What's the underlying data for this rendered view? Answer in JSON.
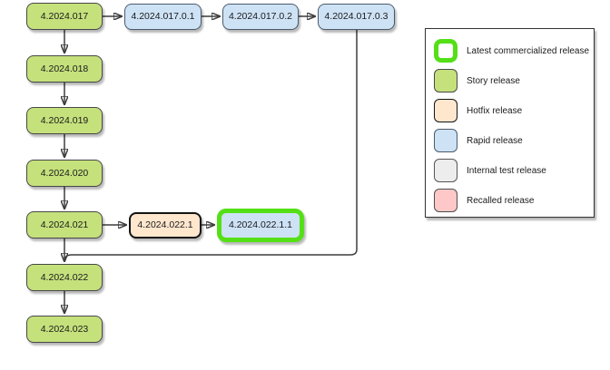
{
  "colors": {
    "story_fill": "#c5e17c",
    "story_border": "#474747",
    "hotfix_fill": "#ffe7ce",
    "hotfix_border": "#141414",
    "rapid_fill": "#cee2f6",
    "rapid_border": "#4a5b6b",
    "internal_fill": "#ededed",
    "internal_border": "#555555",
    "recalled_fill": "#ffc8c8",
    "recalled_border": "#4d4d4d",
    "latest_border": "#54df17",
    "edge": "#3d3d3d",
    "text": "#1a1a1a"
  },
  "nodes": {
    "n017": {
      "label": "4.2024.017",
      "type": "story"
    },
    "n018": {
      "label": "4.2024.018",
      "type": "story"
    },
    "n019": {
      "label": "4.2024.019",
      "type": "story"
    },
    "n020": {
      "label": "4.2024.020",
      "type": "story"
    },
    "n021": {
      "label": "4.2024.021",
      "type": "story"
    },
    "n022": {
      "label": "4.2024.022",
      "type": "story"
    },
    "n023": {
      "label": "4.2024.023",
      "type": "story"
    },
    "n017_0_1": {
      "label": "4.2024.017.0.1",
      "type": "rapid"
    },
    "n017_0_2": {
      "label": "4.2024.017.0.2",
      "type": "rapid"
    },
    "n017_0_3": {
      "label": "4.2024.017.0.3",
      "type": "rapid"
    },
    "n022_1": {
      "label": "4.2024.022.1",
      "type": "hotfix"
    },
    "n022_1_1": {
      "label": "4.2024.022.1.1",
      "type": "rapid",
      "highlight": "latest-commercialized-release"
    }
  },
  "legend": {
    "items": [
      {
        "swatch": "latest",
        "label": "Latest commercialized release"
      },
      {
        "swatch": "story",
        "label": "Story release"
      },
      {
        "swatch": "hotfix",
        "label": "Hotfix release"
      },
      {
        "swatch": "rapid",
        "label": "Rapid release"
      },
      {
        "swatch": "internal",
        "label": "Internal test release"
      },
      {
        "swatch": "recalled",
        "label": "Recalled release"
      }
    ]
  }
}
